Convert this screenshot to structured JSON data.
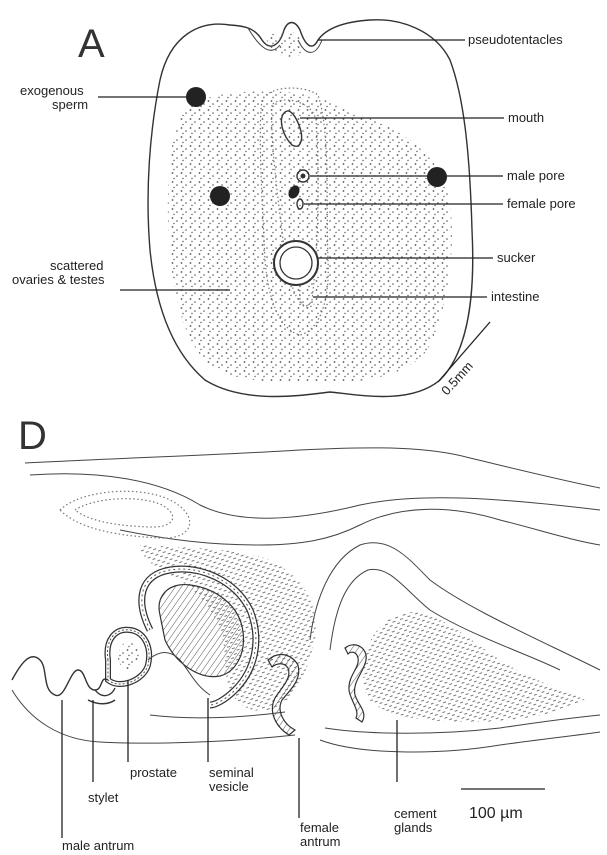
{
  "panelA": {
    "letter": "A",
    "labels": {
      "pseudotentacles": "pseudotentacles",
      "exogenous_line1": "exogenous",
      "exogenous_line2": "sperm",
      "mouth": "mouth",
      "male_pore": "male pore",
      "female_pore": "female pore",
      "sucker": "sucker",
      "intestine": "intestine",
      "scattered_line1": "scattered",
      "scattered_line2": "ovaries & testes"
    },
    "scale": "0.5mm"
  },
  "panelD": {
    "letter": "D",
    "labels": {
      "prostate": "prostate",
      "stylet": "stylet",
      "seminal_line1": "seminal",
      "seminal_line2": "vesicle",
      "female_line1": "female",
      "female_line2": "antrum",
      "cement_line1": "cement",
      "cement_line2": "glands",
      "male_antrum": "male antrum"
    },
    "scale": "100 µm"
  },
  "colors": {
    "ink": "#222222",
    "stipple": "#555555",
    "background": "#ffffff"
  }
}
